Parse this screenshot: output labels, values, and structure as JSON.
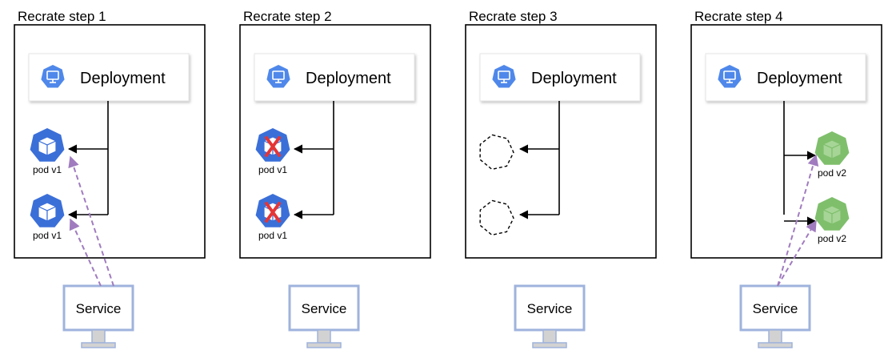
{
  "colors": {
    "pod_v1": "#3b6fd8",
    "pod_v2": "#7fbf6c",
    "pod_v2_face": "#a6d597",
    "service_frame": "#9fb3dc",
    "arrow_dashed": "#a07cbf",
    "kill_mark": "#e53535",
    "deployment_icon": "#4f88ea"
  },
  "steps": [
    {
      "title": "Recrate step 1",
      "deployment": {
        "label": "Deployment",
        "icon": "deployment-icon"
      },
      "pods": [
        {
          "label": "pod v1",
          "state": "running-v1"
        },
        {
          "label": "pod v1",
          "state": "running-v1"
        }
      ],
      "service": {
        "label": "Service",
        "routes_to": [
          1
        ]
      }
    },
    {
      "title": "Recrate step 2",
      "deployment": {
        "label": "Deployment",
        "icon": "deployment-icon"
      },
      "pods": [
        {
          "label": "pod v1",
          "state": "terminated-v1"
        },
        {
          "label": "pod v1",
          "state": "terminated-v1"
        }
      ],
      "service": {
        "label": "Service",
        "routes_to": []
      }
    },
    {
      "title": "Recrate step 3",
      "deployment": {
        "label": "Deployment",
        "icon": "deployment-icon"
      },
      "pods": [
        {
          "label": "",
          "state": "empty"
        },
        {
          "label": "",
          "state": "empty"
        }
      ],
      "service": {
        "label": "Service",
        "routes_to": []
      }
    },
    {
      "title": "Recrate step 4",
      "deployment": {
        "label": "Deployment",
        "icon": "deployment-icon"
      },
      "pods": [
        {
          "label": "pod v2",
          "state": "running-v2"
        },
        {
          "label": "pod v2",
          "state": "running-v2"
        }
      ],
      "service": {
        "label": "Service",
        "routes_to": [
          0,
          1
        ]
      }
    }
  ]
}
